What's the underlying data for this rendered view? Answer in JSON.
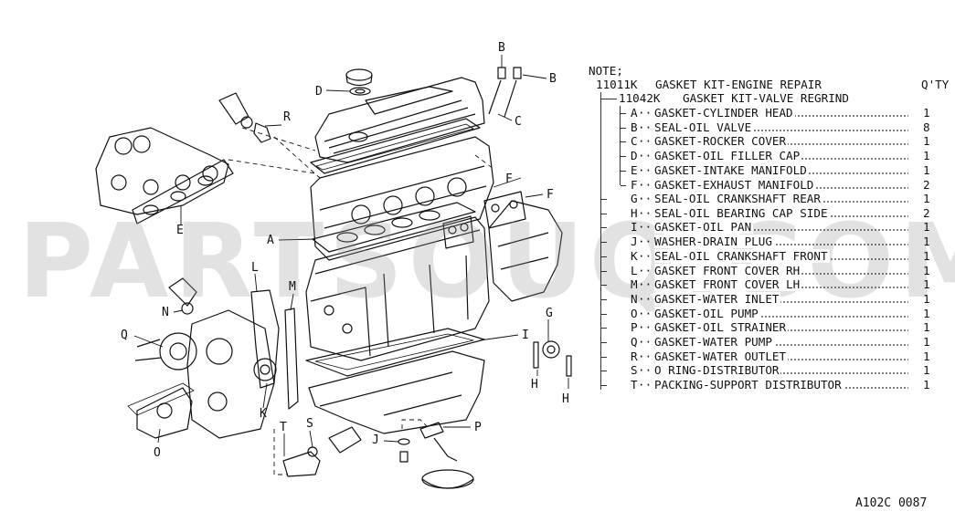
{
  "watermark": "PARTSOUQ.COM",
  "figure_code": "A102C 0087",
  "notes": {
    "note_label": "NOTE;",
    "kit_code": "11011K",
    "kit_name": "GASKET KIT-ENGINE REPAIR",
    "qty_header": "Q'TY",
    "subkit_code": "11042K",
    "subkit_name": "GASKET KIT-VALVE REGRIND",
    "subkit_items": [
      {
        "letter": "A",
        "name": "GASKET-CYLINDER HEAD",
        "qty": "1"
      },
      {
        "letter": "B",
        "name": "SEAL-OIL VALVE",
        "qty": "8"
      },
      {
        "letter": "C",
        "name": "GASKET-ROCKER COVER",
        "qty": "1"
      },
      {
        "letter": "D",
        "name": "GASKET-OIL FILLER CAP",
        "qty": "1"
      },
      {
        "letter": "E",
        "name": "GASKET-INTAKE MANIFOLD",
        "qty": "1"
      },
      {
        "letter": "F",
        "name": "GASKET-EXHAUST MANIFOLD",
        "qty": "2"
      }
    ],
    "kit_items": [
      {
        "letter": "G",
        "name": "SEAL-OIL CRANKSHAFT REAR",
        "qty": "1"
      },
      {
        "letter": "H",
        "name": "SEAL-OIL BEARING CAP SIDE",
        "qty": "2"
      },
      {
        "letter": "I",
        "name": "GASKET-OIL PAN",
        "qty": "1"
      },
      {
        "letter": "J",
        "name": "WASHER-DRAIN PLUG",
        "qty": "1"
      },
      {
        "letter": "K",
        "name": "SEAL-OIL CRANKSHAFT FRONT",
        "qty": "1"
      },
      {
        "letter": "L",
        "name": "GASKET FRONT COVER RH",
        "qty": "1"
      },
      {
        "letter": "M",
        "name": "GASKET FRONT COVER LH",
        "qty": "1"
      },
      {
        "letter": "N",
        "name": "GASKET-WATER INLET",
        "qty": "1"
      },
      {
        "letter": "O",
        "name": "GASKET-OIL PUMP",
        "qty": "1"
      },
      {
        "letter": "P",
        "name": "GASKET-OIL STRAINER",
        "qty": "1"
      },
      {
        "letter": "Q",
        "name": "GASKET-WATER PUMP",
        "qty": "1"
      },
      {
        "letter": "R",
        "name": "GASKET-WATER OUTLET",
        "qty": "1"
      },
      {
        "letter": "S",
        "name": "O RING-DISTRIBUTOR",
        "qty": "1"
      },
      {
        "letter": "T",
        "name": "PACKING-SUPPORT DISTRIBUTOR",
        "qty": "1"
      }
    ]
  },
  "callouts": {
    "A": "A",
    "B1": "B",
    "B2": "B",
    "C": "C",
    "D": "D",
    "E": "E",
    "F1": "F",
    "F2": "F",
    "G": "G",
    "H1": "H",
    "H2": "H",
    "I": "I",
    "J": "J",
    "K": "K",
    "L": "L",
    "M": "M",
    "N": "N",
    "O": "O",
    "P": "P",
    "Q": "Q",
    "R": "R",
    "S": "S",
    "T": "T"
  }
}
